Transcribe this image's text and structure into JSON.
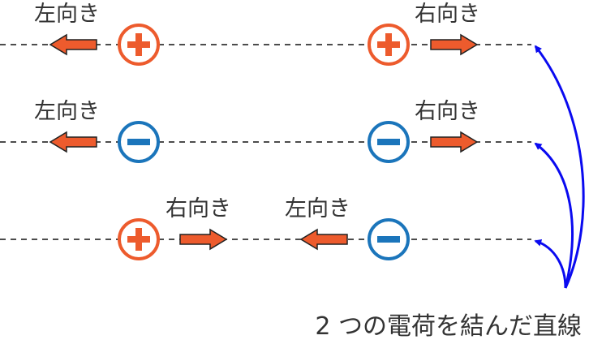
{
  "labels": {
    "row1_left": "左向き",
    "row1_right": "右向き",
    "row2_left": "左向き",
    "row2_right": "右向き",
    "row3_right": "右向き",
    "row3_left": "左向き"
  },
  "caption": "2 つの電荷を結んだ直線",
  "colors": {
    "positive": "#ED5B2D",
    "negative": "#1B75BB",
    "arrow_fill": "#ED5B2D",
    "pointer": "#0A0AF0",
    "line": "#111111"
  },
  "charges": {
    "row1": [
      "positive",
      "positive"
    ],
    "row2": [
      "negative",
      "negative"
    ],
    "row3": [
      "positive",
      "negative"
    ]
  },
  "icons": [
    "plus-sign-icon",
    "minus-sign-icon",
    "force-arrow-icon"
  ]
}
